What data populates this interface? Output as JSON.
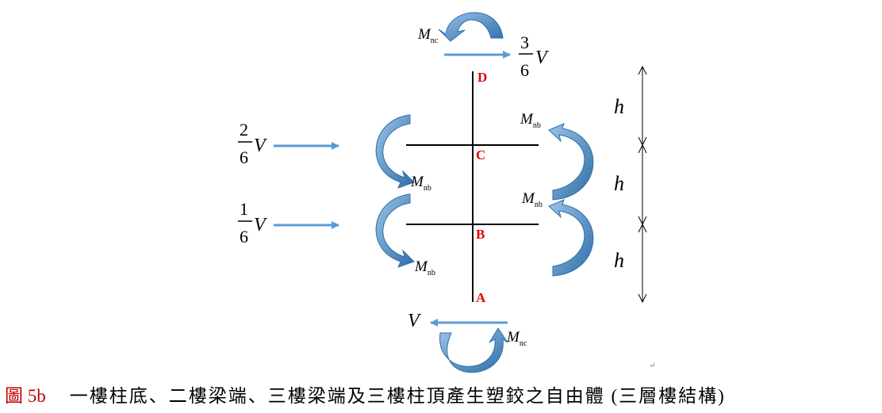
{
  "nodes": {
    "a": "A",
    "b": "B",
    "c": "C",
    "d": "D"
  },
  "moment_symbol": "M",
  "moment_sub_column": "nc",
  "moment_sub_beam": "nb",
  "force_symbol": "V",
  "story_height_symbol": "h",
  "fractions": {
    "top": {
      "num": "3",
      "den": "6"
    },
    "third": {
      "num": "2",
      "den": "6"
    },
    "second": {
      "num": "1",
      "den": "6"
    }
  },
  "caption": {
    "label": "圖 5b",
    "text": "一樓柱底、二樓梁端、三樓梁端及三樓柱頂產生塑鉸之自由體 (三層樓結構)"
  },
  "colors": {
    "node_label": "#e00000",
    "arrow_blue": "#5b9bd5",
    "arrow_dark": "#2e6fa8",
    "caption_label": "#c00000"
  }
}
